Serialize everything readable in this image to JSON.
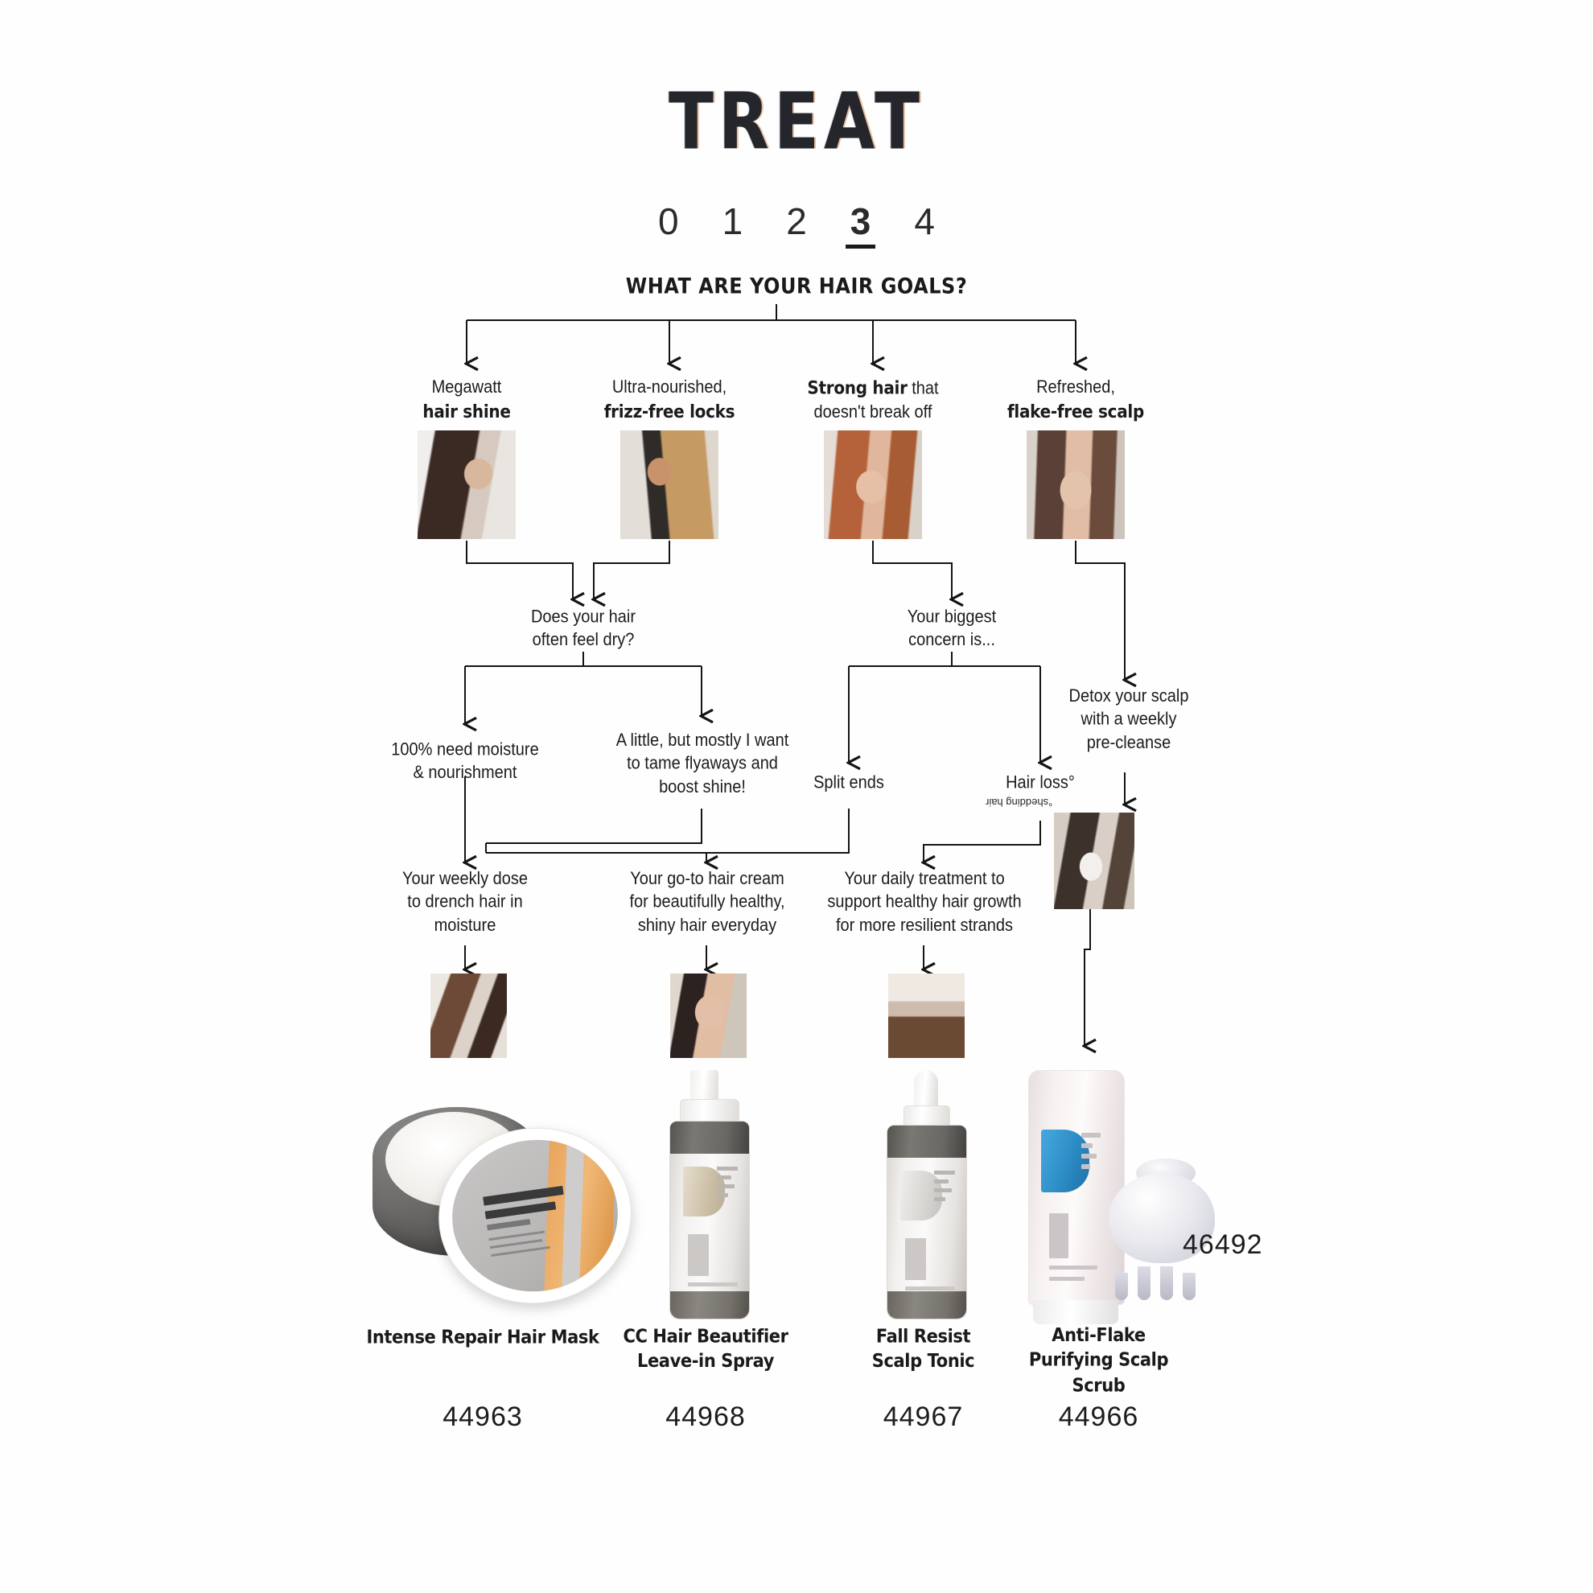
{
  "header": {
    "title": "TREAT",
    "steps": [
      "0",
      "1",
      "2",
      "3",
      "4"
    ],
    "active_step": "3",
    "question": "WHAT ARE YOUR HAIR GOALS?"
  },
  "goals": [
    {
      "line1": "Megawatt",
      "line2": "hair shine",
      "photo": "long-dark-shiny-hair-photo"
    },
    {
      "line1": "Ultra-nourished,",
      "line2": "frizz-free locks",
      "photo": "curly-blonde-hair-photo"
    },
    {
      "line1": "Strong hair",
      "line1_suffix": " that",
      "line2": "doesn't break off",
      "photo": "red-hair-woman-photo"
    },
    {
      "line1": "Refreshed,",
      "line2": "flake-free scalp",
      "photo": "scalp-woman-photo"
    }
  ],
  "questions": {
    "dry": "Does your hair\noften feel dry?",
    "concern": "Your biggest\nconcern is..."
  },
  "answers": {
    "moisture": "100% need moisture\n& nourishment",
    "alittle": "A little, but mostly I want\nto tame flyaways and\nboost shine!",
    "split_ends": "Split ends",
    "hair_loss": "Hair loss°",
    "hair_loss_footnote": "°shedding hair",
    "detox": "Detox your scalp\nwith a weekly\npre-cleanse"
  },
  "outcomes": [
    "Your weekly dose\nto drench hair in\nmoisture",
    "Your go-to hair cream\nfor beautifully healthy,\nshiny hair everyday",
    "Your daily treatment to\nsupport healthy hair growth\nfor more resilient strands"
  ],
  "products": [
    {
      "name": "Intense Repair Hair Mask",
      "sku": "44963",
      "type": "jar"
    },
    {
      "name": "CC Hair Beautifier\nLeave-in Spray",
      "sku": "44968",
      "type": "spray-bottle"
    },
    {
      "name": "Fall Resist\nScalp Tonic",
      "sku": "44967",
      "type": "dropper-bottle"
    },
    {
      "name": "Anti-Flake\nPurifying Scalp\nScrub",
      "sku": "44966",
      "type": "tube"
    }
  ],
  "accessory": {
    "sku": "46492",
    "type": "scalp-massager-brush"
  },
  "colors": {
    "background": "#ffffff",
    "text": "#1a1a1a",
    "line": "#1a1a1a",
    "accent_orange": "#e8a45c",
    "accent_blue": "#2f8fc8"
  }
}
